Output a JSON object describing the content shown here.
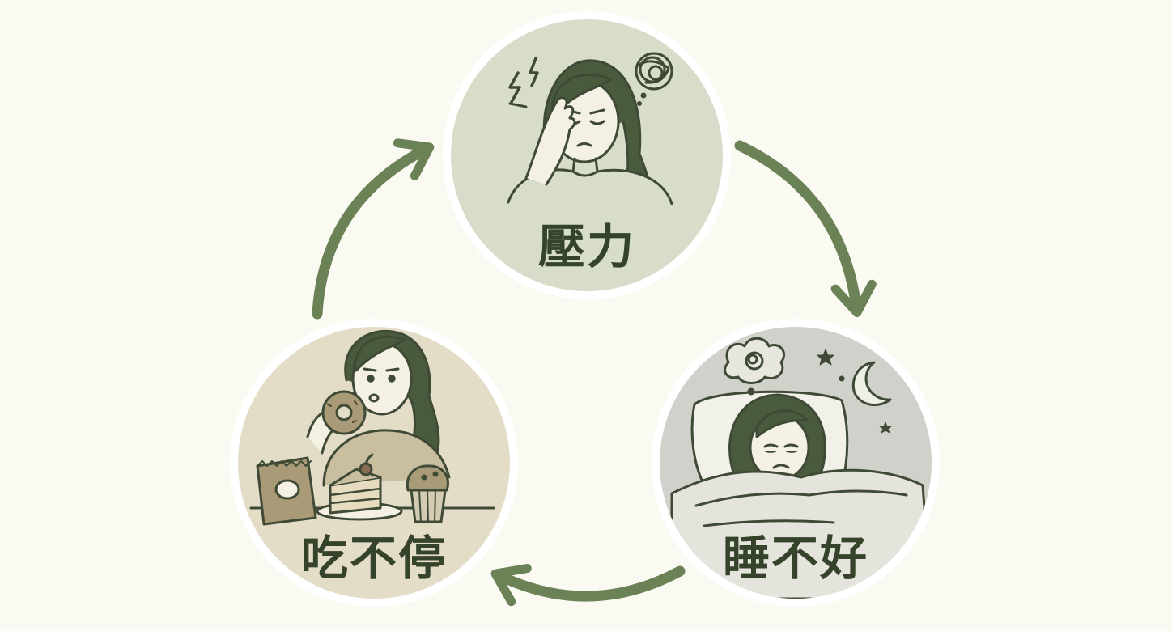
{
  "colors": {
    "background": "#fbfaf2",
    "arrow": "#6b8156",
    "ink": "#3f4a36",
    "label": "#34432a",
    "ring": "#ffffff"
  },
  "nodes": [
    {
      "id": "stress",
      "label": "壓力",
      "fill": "#d7ddc8",
      "icon": "headache-woman-icon"
    },
    {
      "id": "poor-sleep",
      "label": "睡不好",
      "fill": "#cfd1ca",
      "icon": "sleepless-woman-icon"
    },
    {
      "id": "overeating",
      "label": "吃不停",
      "fill": "#e3ddc8",
      "icon": "eating-woman-icon"
    }
  ],
  "edges": [
    {
      "from": "stress",
      "to": "poor-sleep"
    },
    {
      "from": "poor-sleep",
      "to": "overeating"
    },
    {
      "from": "overeating",
      "to": "stress"
    }
  ]
}
